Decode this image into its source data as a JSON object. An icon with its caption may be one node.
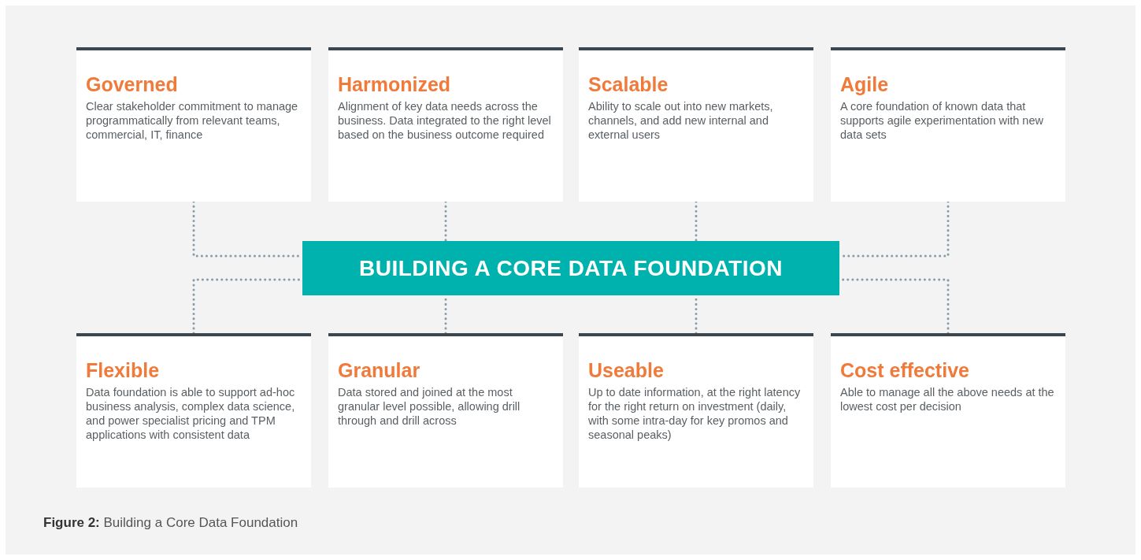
{
  "diagram": {
    "caption": "**Figure 2:** Building a Core Data Foundation",
    "nodes": [
      {
        "text": [
          "Governed",
          "Clear stakeholder commitment to manage programmatically from relevant teams, commercial, IT, finance"
        ]
      },
      {
        "text": [
          "Harmonized",
          "Alignment of key data needs across the business. Data integrated to the right level based on the business outcome required"
        ]
      },
      {
        "text": [
          "Scalable",
          "Ability to scale out into new markets, channels, and add new internal and external users"
        ]
      },
      {
        "text": [
          "Agile",
          "A core foundation of known data that supports agile experimentation with new data sets"
        ]
      },
      {
        "text": [
          "BUILDING A CORE DATA FOUNDATION"
        ]
      },
      {
        "text": [
          "Flexible",
          "Data foundation is able to support ad-hoc business analysis, complex data science, and power specialist pricing and TPM applications with consistent data"
        ]
      },
      {
        "text": [
          "Granular",
          "Data stored and joined at the most granular level possible, allowing drill through and drill across"
        ]
      },
      {
        "text": [
          "Useable",
          "Up to date information, at the right latency for the right return on investment (daily, with some intra-day for key promos and seasonal peaks)"
        ]
      },
      {
        "text": [
          "Cost effective",
          "Able to manage all the above needs at the lowest cost per decision"
        ]
      }
    ],
    "edges": [
      {
        "from": 0,
        "to": 4,
        "arrow": "none",
        "style": "dashed"
      },
      {
        "from": 1,
        "to": 4,
        "arrow": "none",
        "style": "dashed"
      },
      {
        "from": 2,
        "to": 4,
        "arrow": "none",
        "style": "dashed"
      },
      {
        "from": 3,
        "to": 4,
        "arrow": "none",
        "style": "dashed"
      },
      {
        "from": 5,
        "to": 4,
        "arrow": "none",
        "style": "dashed"
      },
      {
        "from": 6,
        "to": 4,
        "arrow": "none",
        "style": "dashed"
      },
      {
        "from": 7,
        "to": 4,
        "arrow": "none",
        "style": "dashed"
      },
      {
        "from": 8,
        "to": 4,
        "arrow": "none",
        "style": "dashed"
      }
    ]
  }
}
